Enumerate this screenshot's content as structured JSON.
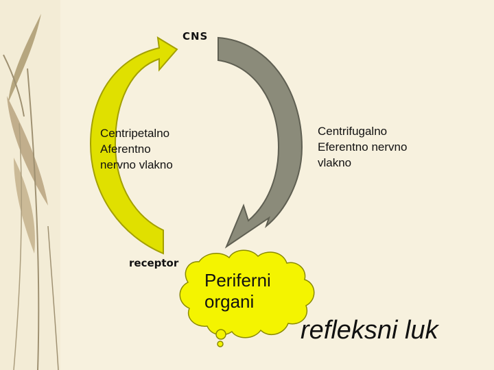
{
  "labels": {
    "cns": "CNS",
    "afferent": "Centripetalno\nAferentno\nnervno vlakno",
    "efferent": "Centrifugalno\nEferentno nervno\nvlakno",
    "receptor": "receptor",
    "organ": "Periferni\norgani",
    "title": "refleksni luk"
  },
  "colors": {
    "background": "#f3ecd6",
    "afferent_arrow": "#e0e000",
    "afferent_outline": "#a3a000",
    "efferent_arrow": "#8b8b7a",
    "efferent_outline": "#5f5f52",
    "cloud": "#f4f400"
  }
}
